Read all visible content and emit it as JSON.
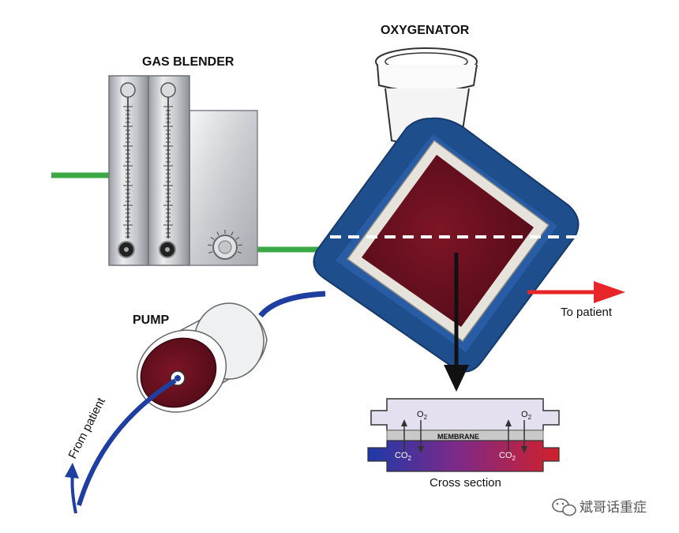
{
  "labels": {
    "oxygenator": "OXYGENATOR",
    "gas_blender": "GAS BLENDER",
    "pump": "PUMP",
    "to_patient": "To patient",
    "from_patient": "From patient",
    "membrane": "MEMBRANE",
    "o2_left": "O",
    "o2_right": "O",
    "co2_left": "CO",
    "co2_right": "CO",
    "subscript_2": "2",
    "cross_section": "Cross section"
  },
  "watermark": {
    "text": "斌哥话重症",
    "icon": "wechat-icon"
  },
  "colors": {
    "oxygenator_blue": "#1f4e8c",
    "oxygenator_light": "#e6e3dc",
    "blood_dark": "#6b0f1f",
    "gas_line_green": "#3aa845",
    "tube_blue": "#1f3fa0",
    "arrow_red": "#e8262a",
    "cross_blue": "#1e3aa8",
    "cross_red": "#d2202a",
    "cross_chamber": "#e4e0f0"
  }
}
